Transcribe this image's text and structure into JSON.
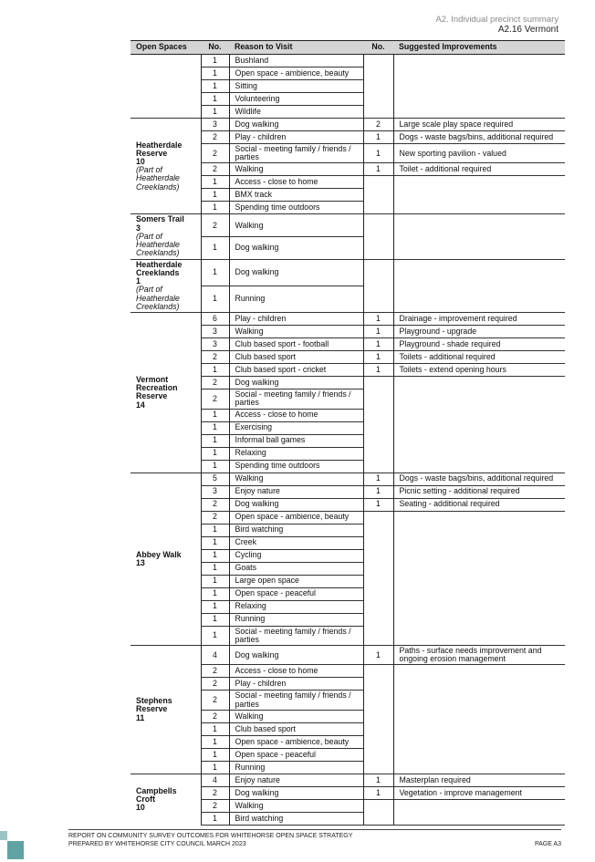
{
  "header": {
    "line1": "A2. Individual precinct summary",
    "line2": "A2.16 Vermont"
  },
  "table": {
    "headers": [
      "Open Spaces",
      "No.",
      "Reason to Visit",
      "No.",
      "Suggested Improvements"
    ],
    "groups": [
      {
        "name": [],
        "sub": [],
        "reasons": [
          [
            "1",
            "Bushland"
          ],
          [
            "1",
            "Open space - ambience, beauty"
          ],
          [
            "1",
            "Sitting"
          ],
          [
            "1",
            "Volunteering"
          ],
          [
            "1",
            "Wildlife"
          ]
        ],
        "improvements": []
      },
      {
        "name": [
          "Heatherdale",
          "Reserve",
          "10"
        ],
        "sub": [
          "(Part of",
          "Heatherdale",
          "Creeklands)"
        ],
        "reasons": [
          [
            "3",
            "Dog walking"
          ],
          [
            "2",
            "Play - children"
          ],
          [
            "2",
            "Social - meeting family / friends / parties"
          ],
          [
            "2",
            "Walking"
          ],
          [
            "1",
            "Access - close to home"
          ],
          [
            "1",
            "BMX track"
          ],
          [
            "1",
            "Spending time outdoors"
          ]
        ],
        "improvements": [
          [
            "2",
            "Large scale play space required"
          ],
          [
            "1",
            "Dogs - waste bags/bins, additional required"
          ],
          [
            "1",
            "New sporting pavilion - valued"
          ],
          [
            "1",
            "Toilet - additional required"
          ]
        ]
      },
      {
        "name": [
          "Somers Trail",
          "3"
        ],
        "sub": [
          "(Part of",
          "Heatherdale",
          "Creeklands)"
        ],
        "reasons": [
          [
            "2",
            "Walking"
          ],
          [
            "1",
            "Dog walking"
          ]
        ],
        "improvements": []
      },
      {
        "name": [
          "Heatherdale",
          "Creeklands",
          "1"
        ],
        "sub": [
          "(Part of",
          "Heatherdale",
          "Creeklands)"
        ],
        "reasons": [
          [
            "1",
            "Dog walking"
          ],
          [
            "1",
            "Running"
          ]
        ],
        "improvements": []
      },
      {
        "name": [
          "Vermont",
          "Recreation",
          "Reserve",
          "14"
        ],
        "sub": [],
        "reasons": [
          [
            "6",
            "Play - children"
          ],
          [
            "3",
            "Walking"
          ],
          [
            "3",
            "Club based sport - football"
          ],
          [
            "2",
            "Club based sport"
          ],
          [
            "1",
            "Club based sport - cricket"
          ],
          [
            "2",
            "Dog walking"
          ],
          [
            "2",
            "Social - meeting family / friends / parties"
          ],
          [
            "1",
            "Access - close to home"
          ],
          [
            "1",
            "Exercising"
          ],
          [
            "1",
            "Informal ball games"
          ],
          [
            "1",
            "Relaxing"
          ],
          [
            "1",
            "Spending time outdoors"
          ]
        ],
        "improvements": [
          [
            "1",
            "Drainage - improvement required"
          ],
          [
            "1",
            "Playground - upgrade"
          ],
          [
            "1",
            "Playground - shade required"
          ],
          [
            "1",
            "Toilets - additional required"
          ],
          [
            "1",
            "Toilets - extend opening hours"
          ]
        ]
      },
      {
        "name": [
          "Abbey Walk",
          "13"
        ],
        "sub": [],
        "reasons": [
          [
            "5",
            "Walking"
          ],
          [
            "3",
            "Enjoy nature"
          ],
          [
            "2",
            "Dog walking"
          ],
          [
            "2",
            "Open space - ambience, beauty"
          ],
          [
            "1",
            "Bird watching"
          ],
          [
            "1",
            "Creek"
          ],
          [
            "1",
            "Cycling"
          ],
          [
            "1",
            "Goats"
          ],
          [
            "1",
            "Large open space"
          ],
          [
            "1",
            "Open space - peaceful"
          ],
          [
            "1",
            "Relaxing"
          ],
          [
            "1",
            "Running"
          ],
          [
            "1",
            "Social - meeting family / friends / parties"
          ]
        ],
        "improvements": [
          [
            "1",
            "Dogs - waste bags/bins, additional required"
          ],
          [
            "1",
            "Picnic setting - additional required"
          ],
          [
            "1",
            "Seating - additional required"
          ]
        ]
      },
      {
        "name": [
          "Stephens",
          "Reserve",
          "11"
        ],
        "sub": [],
        "reasons": [
          [
            "4",
            "Dog walking"
          ],
          [
            "2",
            "Access - close to home"
          ],
          [
            "2",
            "Play - children"
          ],
          [
            "2",
            "Social - meeting family / friends / parties"
          ],
          [
            "2",
            "Walking"
          ],
          [
            "1",
            "Club based sport"
          ],
          [
            "1",
            "Open space - ambience, beauty"
          ],
          [
            "1",
            "Open space - peaceful"
          ],
          [
            "1",
            "Running"
          ]
        ],
        "improvements": [
          [
            "1",
            "Paths - surface needs improvement and ongoing erosion management"
          ]
        ]
      },
      {
        "name": [
          "Campbells",
          "Croft",
          "10"
        ],
        "sub": [],
        "reasons": [
          [
            "4",
            "Enjoy nature"
          ],
          [
            "2",
            "Dog walking"
          ],
          [
            "2",
            "Walking"
          ],
          [
            "1",
            "Bird watching"
          ]
        ],
        "improvements": [
          [
            "1",
            "Masterplan required"
          ],
          [
            "1",
            "Vegetation - improve management"
          ]
        ]
      }
    ]
  },
  "footer": {
    "line1": "REPORT ON COMMUNITY SURVEY OUTCOMES FOR WHITEHORSE OPEN SPACE STRATEGY",
    "line2": "PREPARED BY WHITEHORSE CITY COUNCIL MARCH 2023",
    "page": "PAGE A3"
  },
  "colors": {
    "header_fill": "#d5d5d5",
    "accent_teal": "#5fa3a3",
    "accent_teal_light": "#9cc4c4"
  }
}
